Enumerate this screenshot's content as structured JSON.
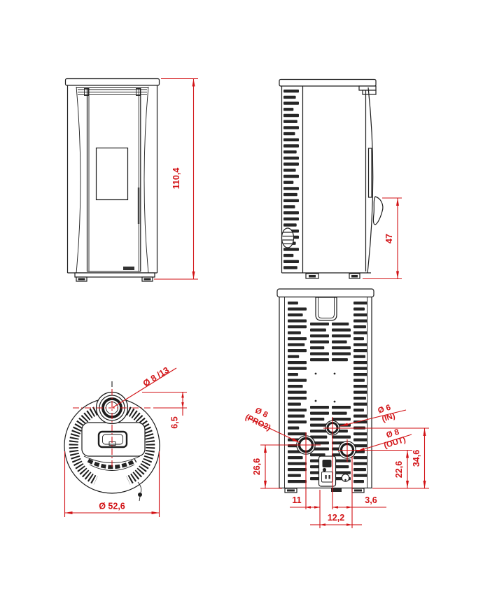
{
  "views": {
    "front": {
      "dims": {
        "height": "110,4"
      }
    },
    "side": {
      "dims": {
        "handle_height": "47"
      }
    },
    "top": {
      "dims": {
        "flue": "Ø 8 /13",
        "flue_offset": "6,5",
        "diameter": "Ø 52,6"
      }
    },
    "rear": {
      "ports": {
        "pro2": {
          "dia": "Ø 8",
          "name": "(PRO2)"
        },
        "in": {
          "dia": "Ø 6",
          "name": "(IN)"
        },
        "out": {
          "dia": "Ø 8",
          "name": "(OUT)"
        }
      },
      "dims": {
        "pro2_center_height": "26,6",
        "out_center_height": "22,6",
        "in_center_height": "34,6",
        "left_offset": "11",
        "right_offset": "3,6",
        "center_span": "12,2"
      }
    }
  },
  "colors": {
    "line": "#1c1c1c",
    "dimension": "#d21215",
    "background": "#ffffff"
  }
}
